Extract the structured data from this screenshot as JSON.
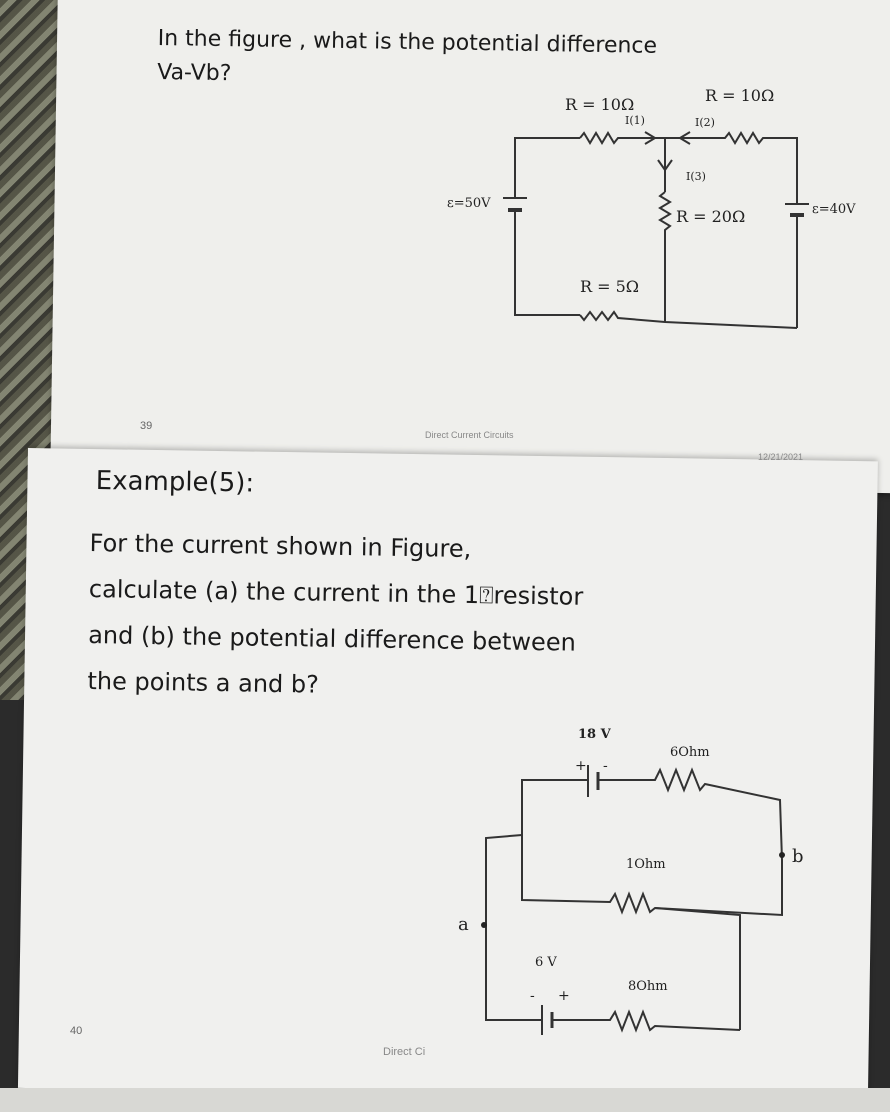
{
  "question": {
    "line1": "In the figure , what is the potential difference",
    "line2": "Va-Vb?"
  },
  "circuit1": {
    "r_top_left": "R = 10Ω",
    "r_top_right": "R = 10Ω",
    "r_middle": "R = 20Ω",
    "r_bottom": "R = 5Ω",
    "emf_left": "ε=50V",
    "emf_right": "ε=40V",
    "i1": "I(1)",
    "i2": "I(2)",
    "i3": "I(3)"
  },
  "page_top_footer": {
    "page_number": "39",
    "course": "Direct Current Circuits",
    "date": "12/21/2021"
  },
  "example": {
    "title": "Example(5):",
    "body": "For the current shown in Figure,\ncalculate (a) the current in the 1⍰resistor\nand (b) the potential difference between\nthe points a and b?"
  },
  "circuit2": {
    "battery_top": "18 V",
    "battery_bottom": "6 V",
    "r_top": "6Ohm",
    "r_middle": "1Ohm",
    "r_bottom": "8Ohm",
    "point_a": "a",
    "point_b": "b",
    "plus": "+",
    "minus": "-"
  },
  "page_bottom_footer": {
    "page_number": "40",
    "course": "Direct Ci"
  }
}
